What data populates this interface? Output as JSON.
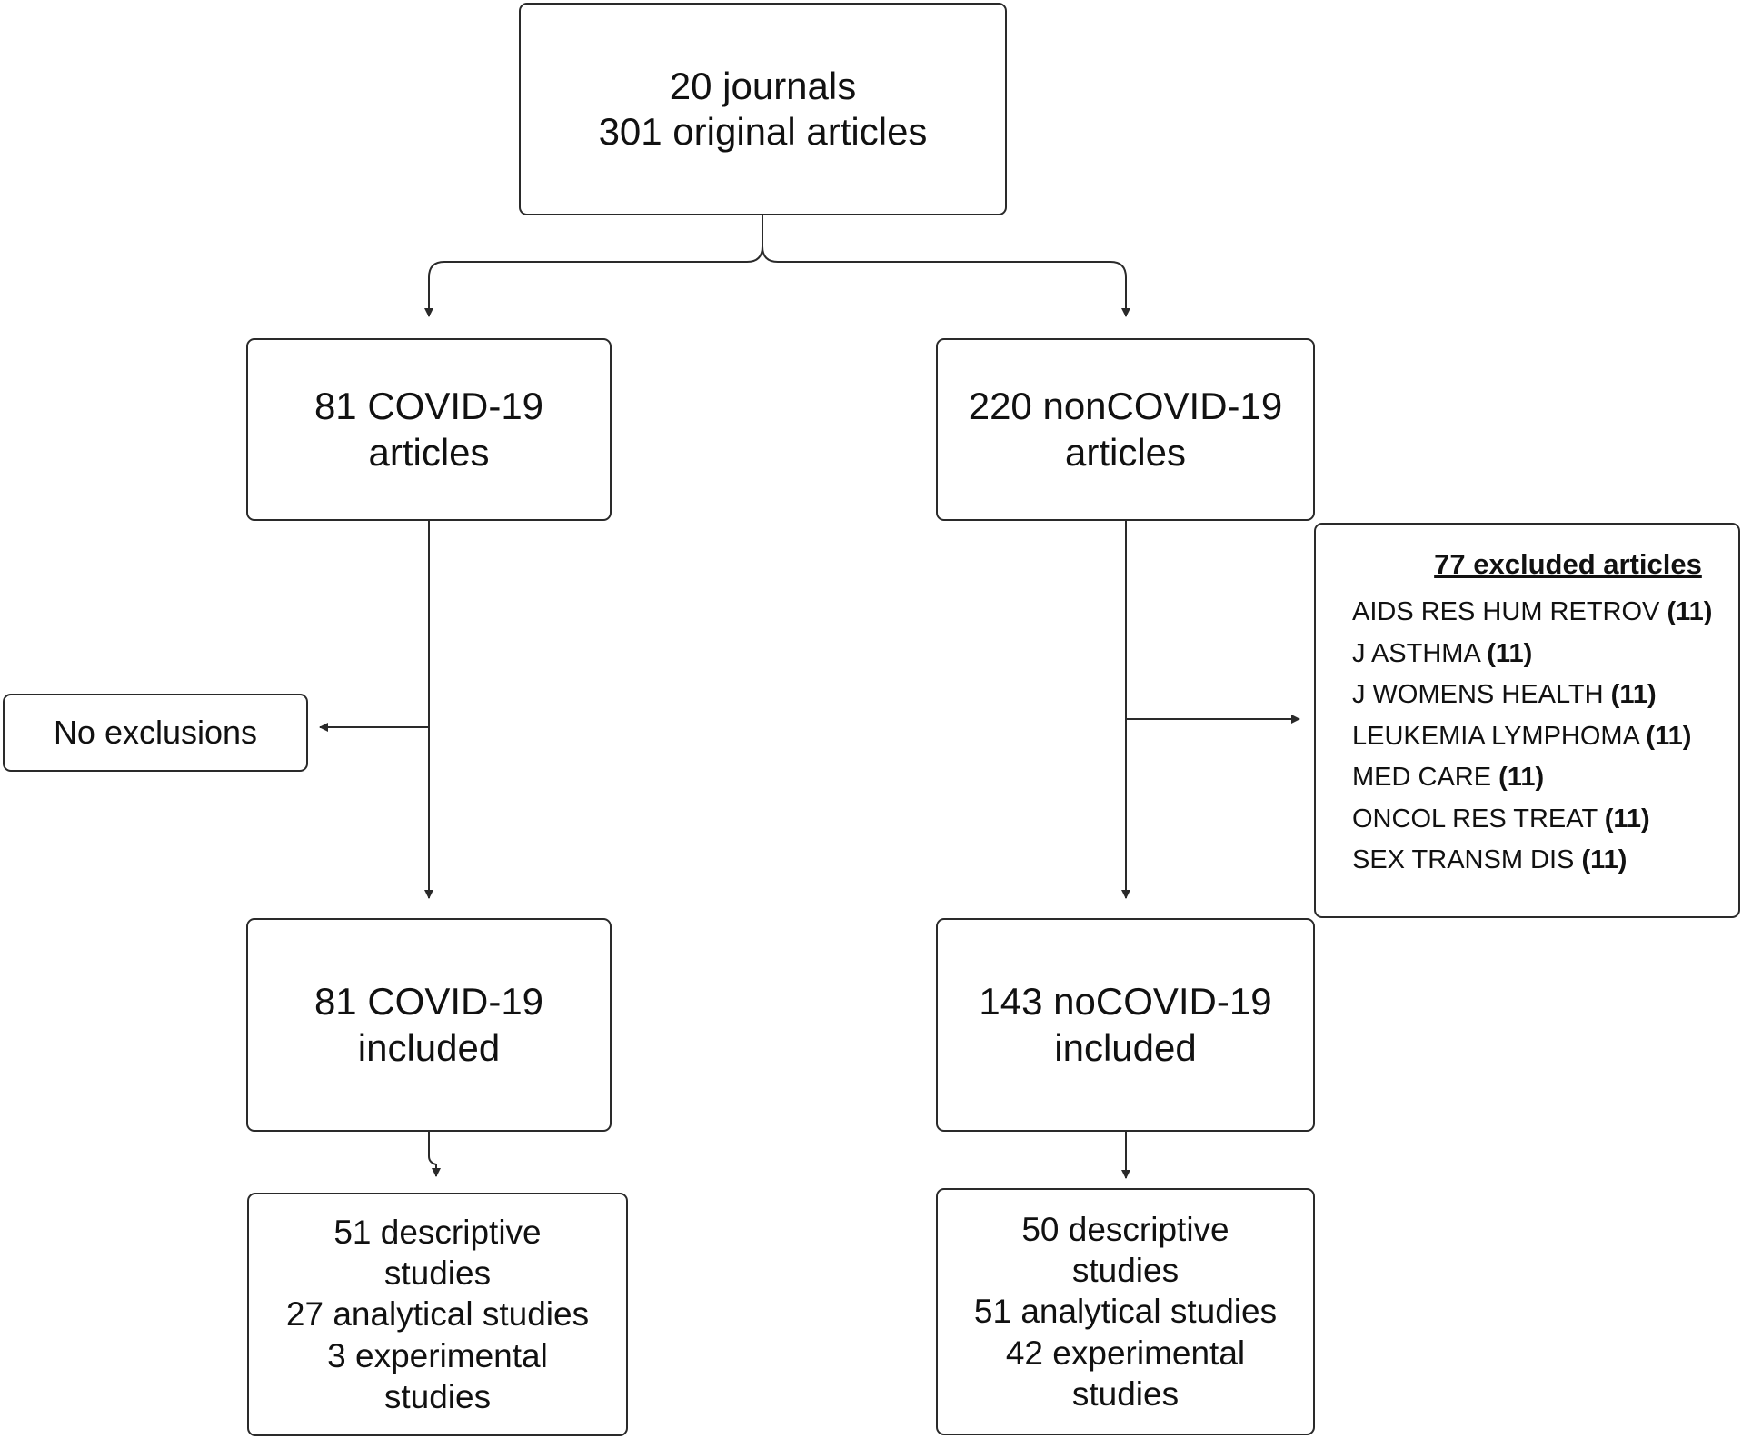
{
  "top": {
    "line1": "20 journals",
    "line2": "301 original articles"
  },
  "covid": {
    "articles": [
      "81 COVID-19",
      "articles"
    ],
    "exclusions": "No exclusions",
    "included": [
      "81 COVID-19",
      "included"
    ],
    "studies": [
      "51 descriptive",
      "studies",
      "27 analytical studies",
      "3 experimental",
      "studies"
    ]
  },
  "noncovid": {
    "articles": [
      "220 nonCOVID-19",
      "articles"
    ],
    "included": [
      "143 noCOVID-19",
      "included"
    ],
    "studies": [
      "50 descriptive",
      "studies",
      "51 analytical studies",
      "42 experimental",
      "studies"
    ]
  },
  "excluded": {
    "title": "77 excluded articles",
    "items": [
      {
        "name": "AIDS RES HUM RETROV",
        "count": "(11)"
      },
      {
        "name": "J ASTHMA",
        "count": "(11)"
      },
      {
        "name": "J WOMENS HEALTH",
        "count": "(11)"
      },
      {
        "name": "LEUKEMIA LYMPHOMA",
        "count": "(11)"
      },
      {
        "name": "MED CARE",
        "count": "(11)"
      },
      {
        "name": "ONCOL RES TREAT",
        "count": "(11)"
      },
      {
        "name": "SEX TRANSM DIS",
        "count": "(11)"
      }
    ]
  },
  "colors": {
    "line": "#2a2a2a",
    "text": "#111111",
    "background": "#ffffff"
  }
}
